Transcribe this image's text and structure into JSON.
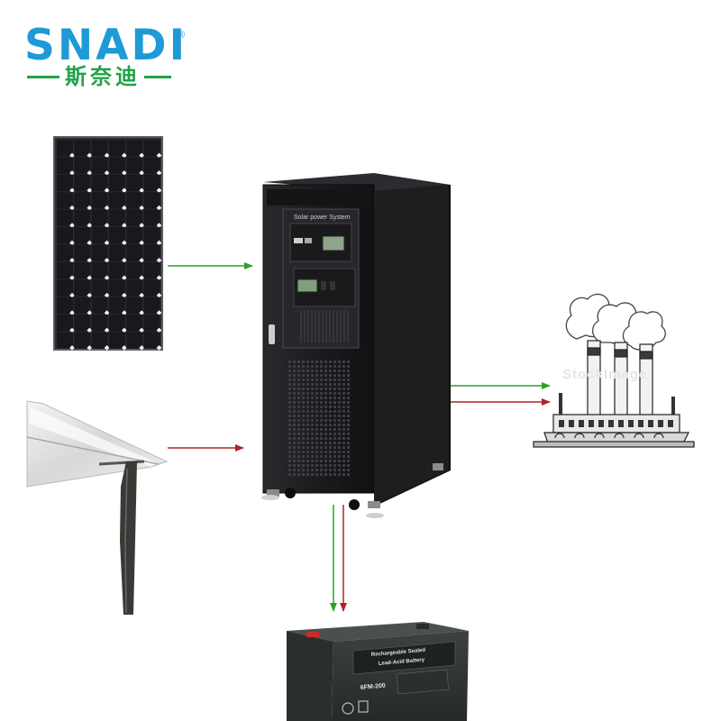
{
  "brand": {
    "name": "SNADI",
    "registered_mark": "®",
    "subtitle": "斯奈迪",
    "color": "#1e9ad6"
  },
  "cabinet": {
    "panel_label": "Solar power System"
  },
  "battery": {
    "label_line1": "Rechargeable Sealed",
    "label_line2": "Lead-Acid Battery",
    "model": "6FM-200"
  },
  "factory": {
    "watermark": "StockImage"
  },
  "colors": {
    "green_arrow": "#2ca02c",
    "red_arrow": "#b22222",
    "cabinet": "#1c1c1e",
    "panel_cell": "#17191c"
  }
}
